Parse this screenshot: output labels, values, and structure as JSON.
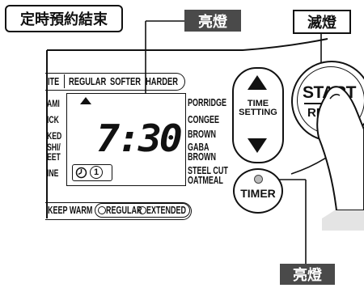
{
  "callouts": {
    "reservation_end": "定時預約結束",
    "light_on_top": "亮燈",
    "light_off": "滅燈",
    "light_on_bottom": "亮燈"
  },
  "texture_modes": [
    "ITE",
    "REGULAR",
    "SOFTER",
    "HARDER"
  ],
  "menu_left": [
    "AMI",
    "ICK",
    "KED",
    "SHI/",
    "EET",
    "INE"
  ],
  "menu_right": [
    "PORRIDGE",
    "CONGEE",
    "BROWN",
    "GABA",
    "BROWN",
    "STEEL CUT",
    "OATMEAL"
  ],
  "display": {
    "time": "7:30",
    "timer_number": "1"
  },
  "time_setting": {
    "label_line1": "TIME",
    "label_line2": "SETTING"
  },
  "buttons": {
    "timer": "TIMER",
    "start": "START",
    "reset_partial": "RE"
  },
  "keep_warm": {
    "label": "KEEP WARM",
    "regular": "REGULAR",
    "extended": "EXTENDED"
  }
}
